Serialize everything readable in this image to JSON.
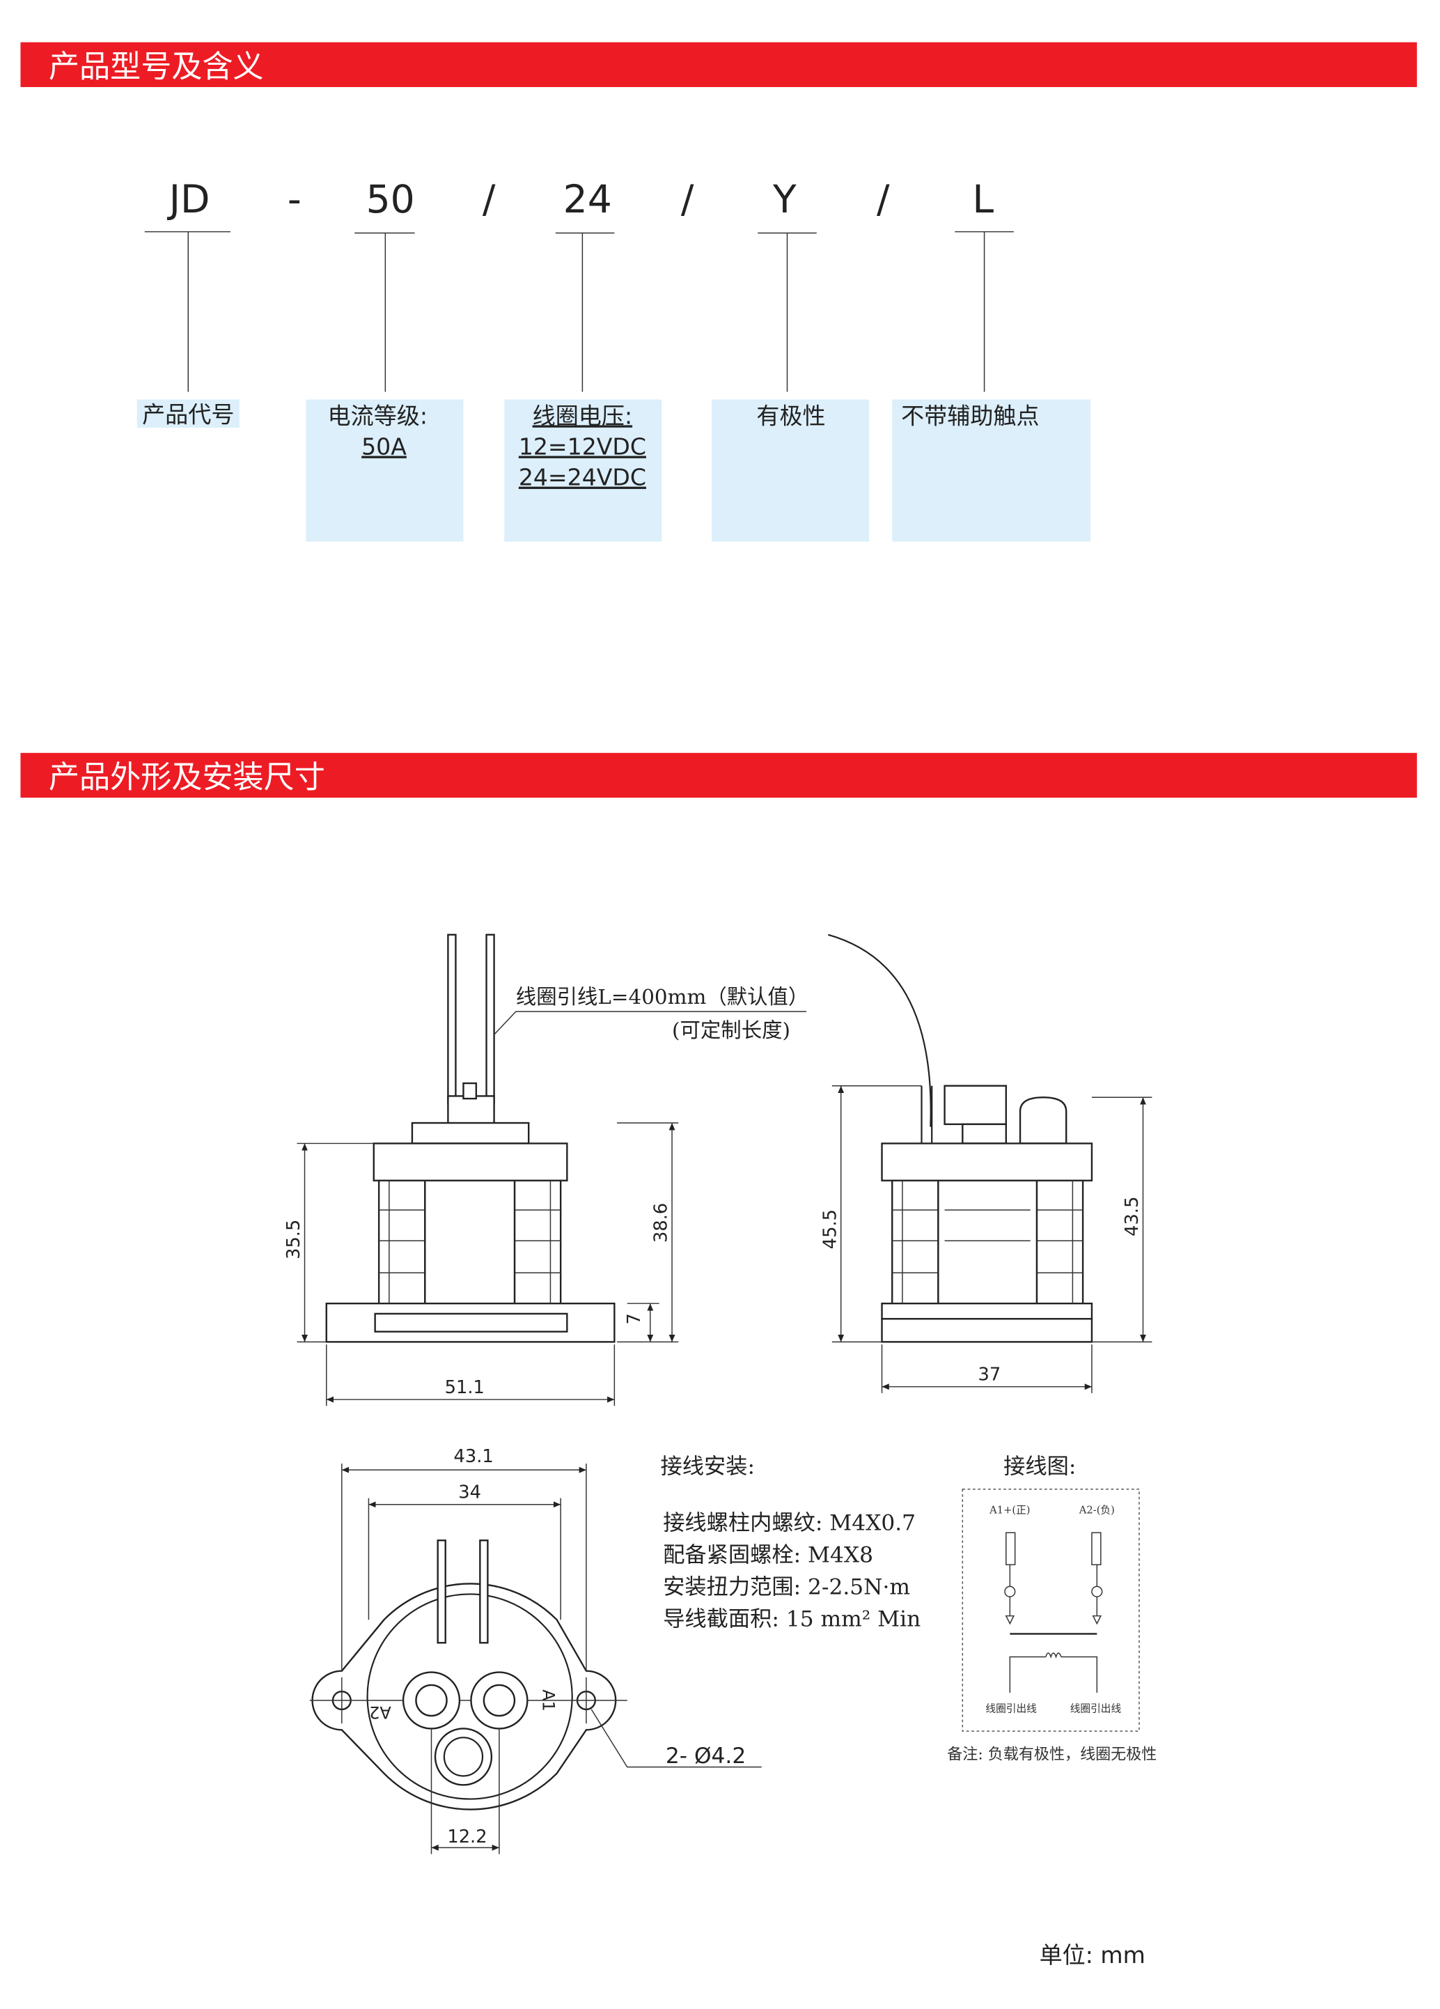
{
  "sections": [
    {
      "title": "产品型号及含义"
    },
    {
      "title": "产品外形及安装尺寸"
    }
  ],
  "model_code": {
    "parts": [
      "JD",
      "-",
      "50",
      "/",
      "24",
      "/",
      "Y",
      "/",
      "L"
    ],
    "meanings": {
      "code": "产品代号",
      "current_label": "电流等级:",
      "current_value": "50A",
      "coil_label": "线圈电压:",
      "coil_12": "12=12VDC",
      "coil_24": "24=24VDC",
      "polarity": "有极性",
      "aux": "不带辅助触点"
    }
  },
  "drawing": {
    "lead_note_1": "线圈引线L=400mm（默认值）",
    "lead_note_2": "(可定制长度)",
    "dims": {
      "front_height": "35.5",
      "front_total": "38.6",
      "base": "7",
      "front_width": "51.1",
      "side_height": "45.5",
      "side_total": "43.5",
      "side_width": "37",
      "hole_span": "43.1",
      "inner_span": "34",
      "terminal_pitch": "12.2",
      "holes": "2- Ø4.2"
    },
    "terminal_labels": [
      "A2",
      "A1"
    ]
  },
  "install": {
    "title": "接线安装:",
    "lines": [
      "接线螺柱内螺纹: M4X0.7",
      "配备紧固螺栓: M4X8",
      "安装扭力范围: 2-2.5N·m",
      "导线截面积: 15 mm² Min"
    ]
  },
  "wiring": {
    "title": "接线图:",
    "a1": "A1+(正)",
    "a2": "A2-(负)",
    "coil_out_1": "线圈引出线",
    "coil_out_2": "线圈引出线",
    "note": "备注: 负载有极性，线圈无极性"
  },
  "unit": "单位: mm",
  "colors": {
    "header": "#ED1C24",
    "box": "#DCEFFB"
  }
}
